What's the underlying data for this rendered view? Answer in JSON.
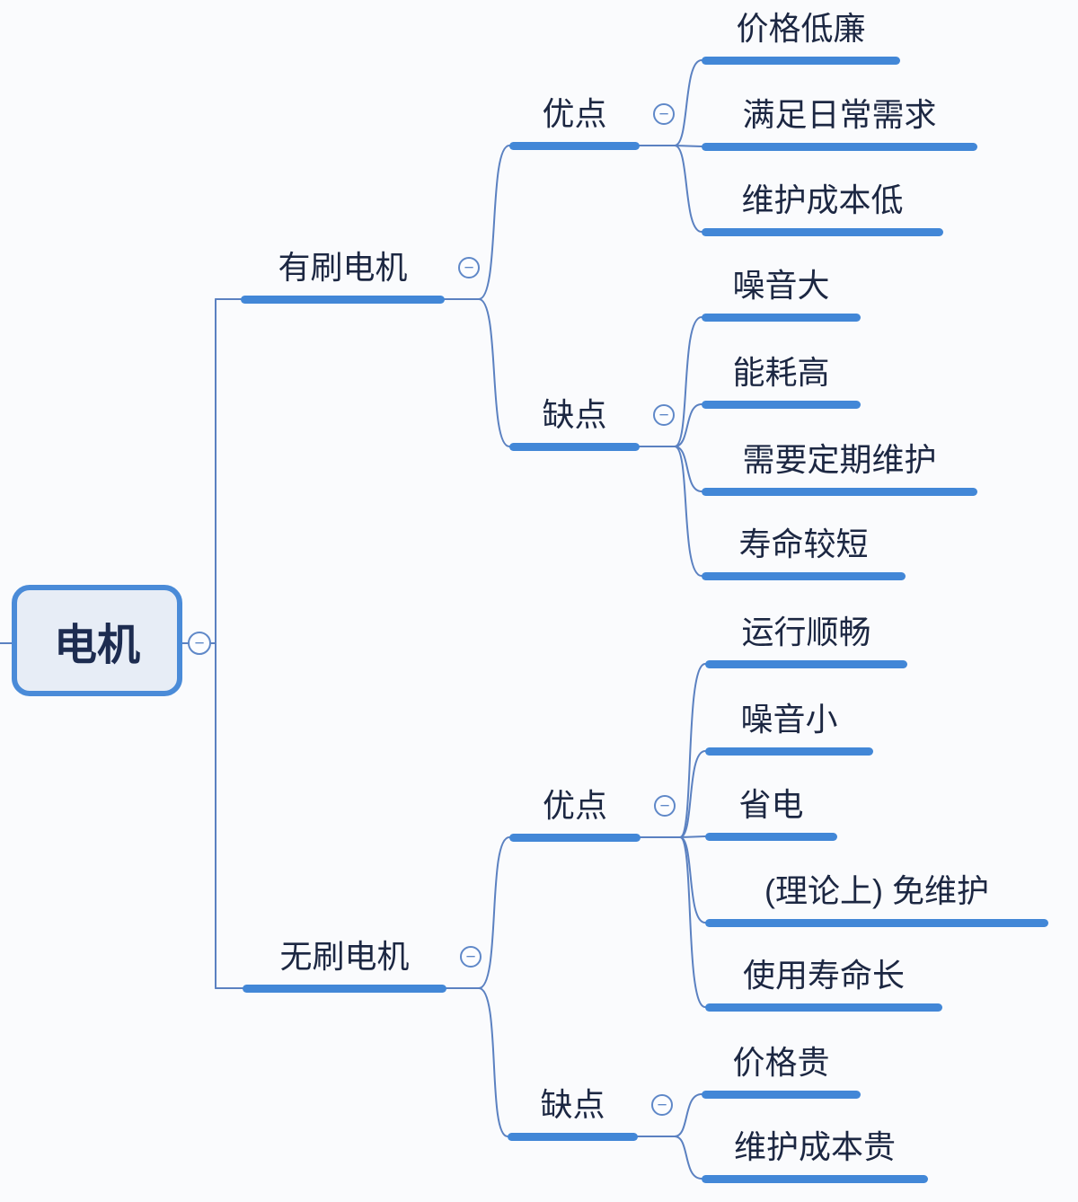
{
  "icons": {
    "collapse_symbol": "−"
  },
  "colors": {
    "bar": "#4287d7",
    "connector_line": "#5b81c1",
    "node_text": "#1c2742",
    "root_fill": "#e7edf6",
    "root_border": "#4a8bd8",
    "background": "#fafbfd"
  },
  "tree": {
    "root": {
      "label": "电机"
    },
    "branches": [
      {
        "label": "有刷电机",
        "groups": [
          {
            "label": "优点",
            "items": [
              "价格低廉",
              "满足日常需求",
              "维护成本低"
            ]
          },
          {
            "label": "缺点",
            "items": [
              "噪音大",
              "能耗高",
              "需要定期维护",
              "寿命较短"
            ]
          }
        ]
      },
      {
        "label": "无刷电机",
        "groups": [
          {
            "label": "优点",
            "items": [
              "运行顺畅",
              "噪音小",
              "省电",
              "(理论上) 免维护",
              "使用寿命长"
            ]
          },
          {
            "label": "缺点",
            "items": [
              "价格贵",
              "维护成本贵"
            ]
          }
        ]
      }
    ]
  }
}
